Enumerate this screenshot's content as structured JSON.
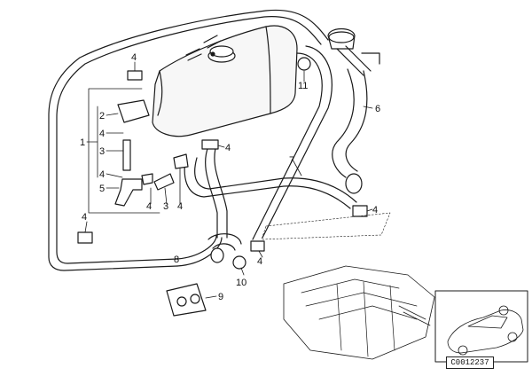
{
  "diagram": {
    "callouts": {
      "c1": "1",
      "c2": "2",
      "c3a": "3",
      "c3b": "3",
      "c4a": "4",
      "c4b": "4",
      "c4c": "4",
      "c4d": "4",
      "c4e": "4",
      "c4f": "4",
      "c4g": "4",
      "c4h": "4",
      "c4i": "4",
      "c5": "5",
      "c6": "6",
      "c7": "7",
      "c8": "8",
      "c9": "9",
      "c10": "10",
      "c11": "11"
    },
    "reference_code": "C0012237"
  }
}
